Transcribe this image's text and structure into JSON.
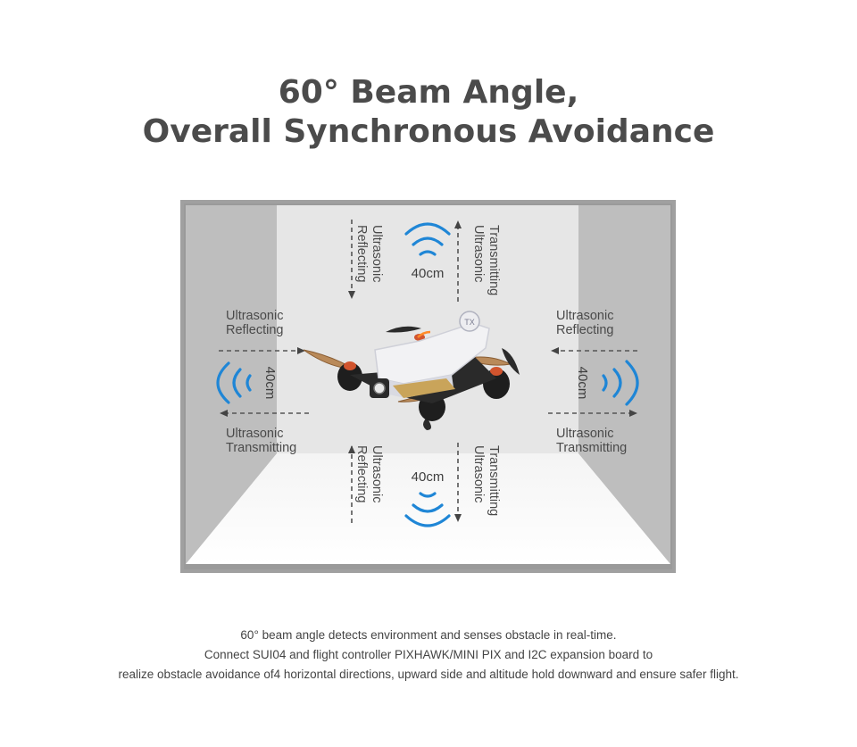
{
  "title": {
    "line1": "60° Beam Angle,",
    "line2": "Overall Synchronous Avoidance"
  },
  "diagram": {
    "top": {
      "left_label": [
        "Ultrasonic",
        "Reflecting"
      ],
      "right_label": [
        "Ultrasonic",
        "Transmitting"
      ],
      "distance": "40cm"
    },
    "bottom": {
      "left_label": [
        "Ultrasonic",
        "Reflecting"
      ],
      "right_label": [
        "Ultrasonic",
        "Transmitting"
      ],
      "distance": "40cm"
    },
    "left": {
      "top_label": [
        "Ultrasonic",
        "Reflecting"
      ],
      "bottom_label": [
        "Ultrasonic",
        "Transmitting"
      ],
      "distance": "40cm"
    },
    "right": {
      "top_label": [
        "Ultrasonic",
        "Reflecting"
      ],
      "bottom_label": [
        "Ultrasonic",
        "Transmitting"
      ],
      "distance": "40cm"
    },
    "drone_badge": "TX",
    "colors": {
      "wave": "#1f86d6",
      "room_side": "#bcbcbc",
      "room_back": "#e6e6e6"
    }
  },
  "description": {
    "line1": "60° beam angle detects environment and senses obstacle in real-time.",
    "line2": "Connect SUI04 and flight controller PIXHAWK/MINI PIX and I2C expansion board to",
    "line3": "realize obstacle avoidance of4 horizontal directions, upward side and altitude hold downward and ensure safer flight."
  }
}
